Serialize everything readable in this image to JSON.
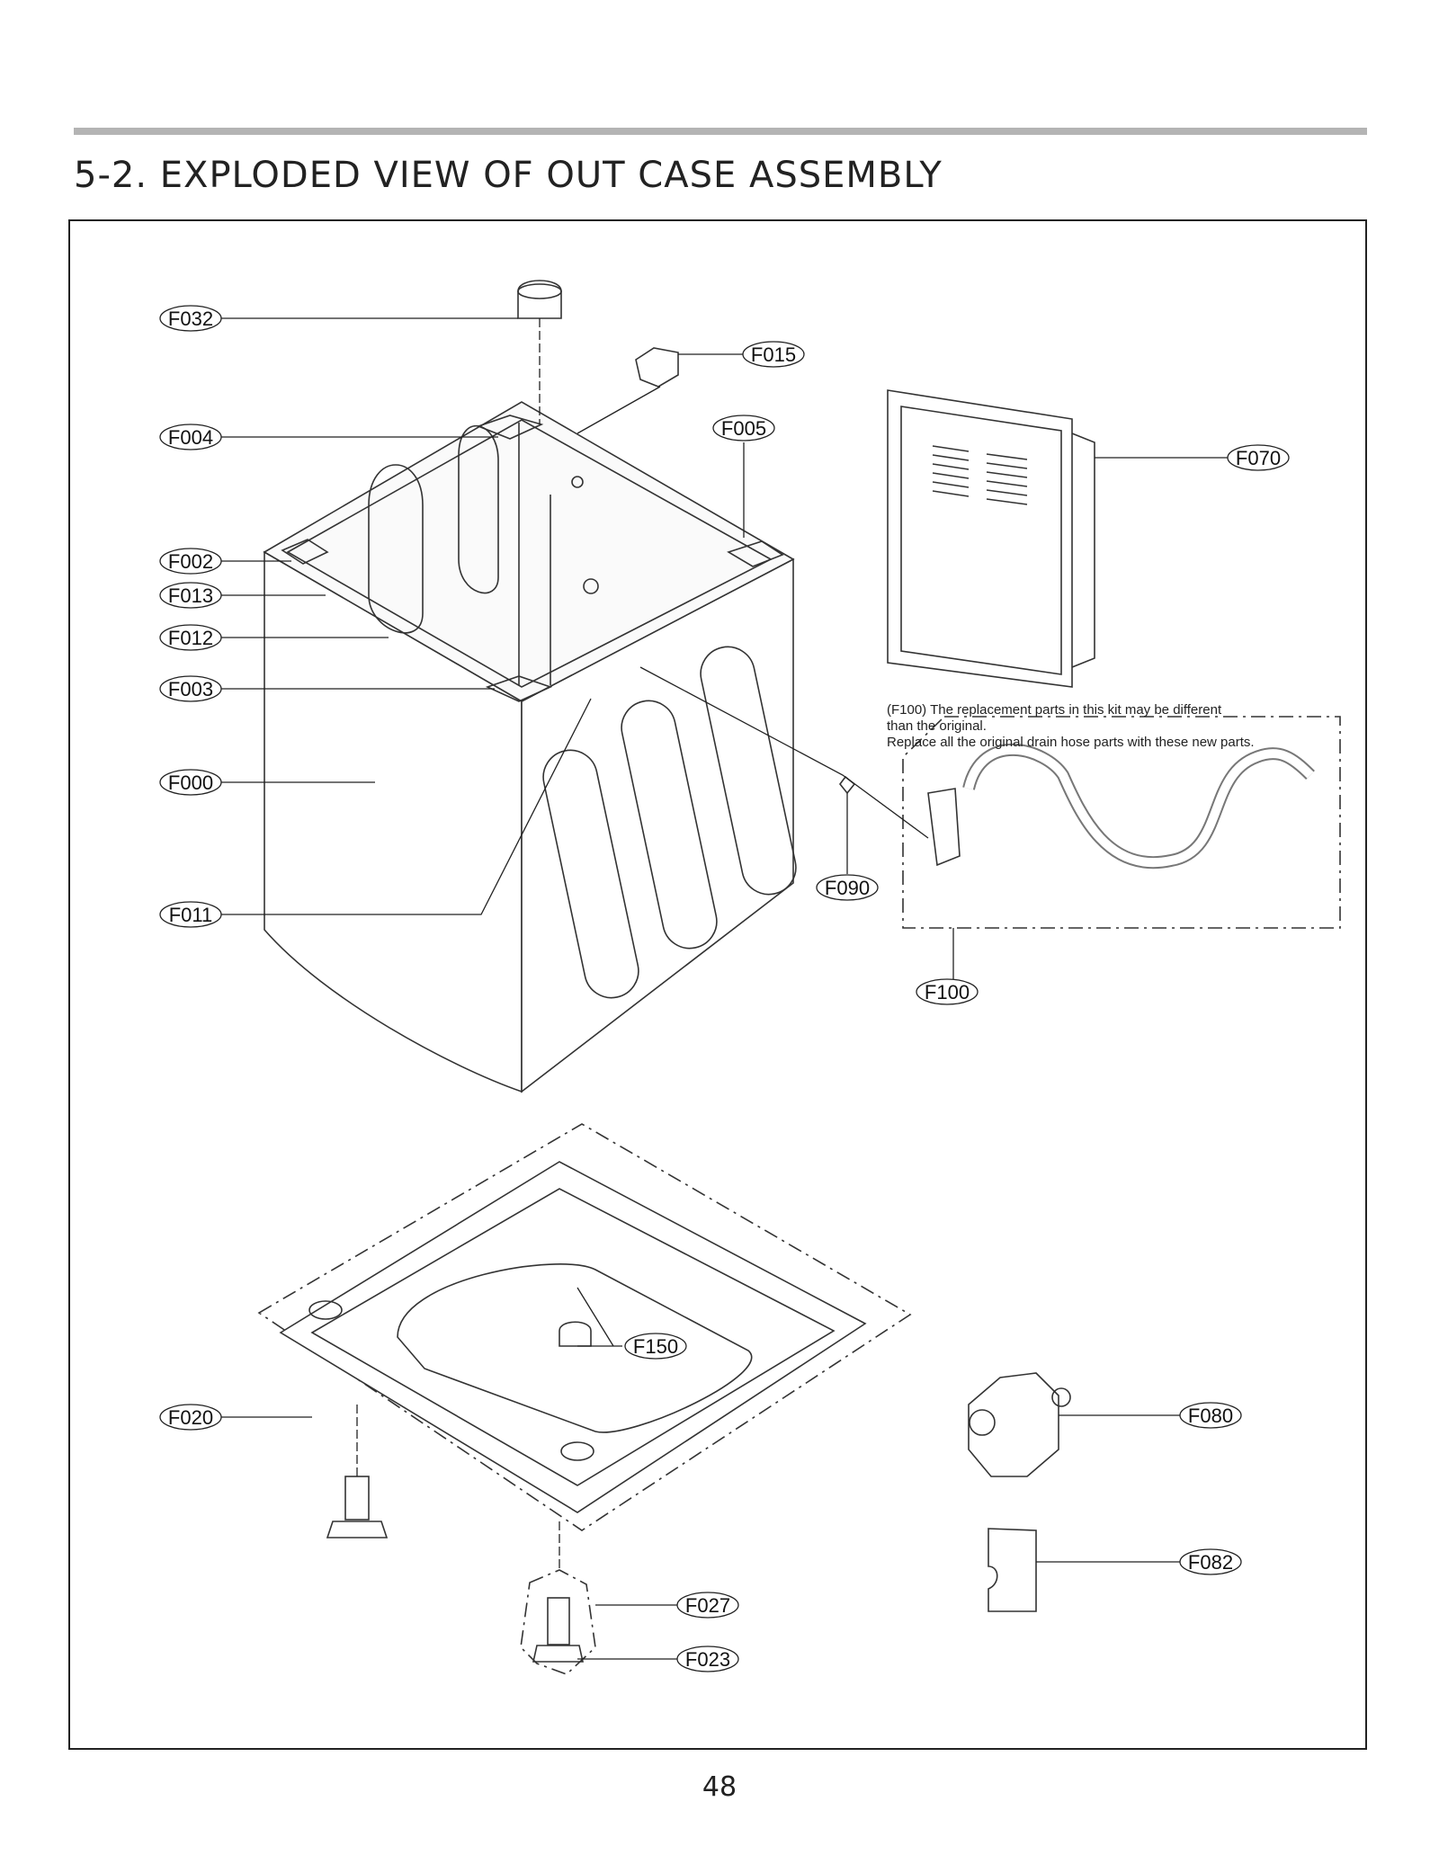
{
  "title": "5-2. EXPLODED VIEW OF OUT CASE ASSEMBLY",
  "page_number": "48",
  "labels": {
    "f032": "F032",
    "f015": "F015",
    "f004": "F004",
    "f005": "F005",
    "f070": "F070",
    "f002": "F002",
    "f013": "F013",
    "f012": "F012",
    "f003": "F003",
    "f000": "F000",
    "f090": "F090",
    "f011": "F011",
    "f100": "F100",
    "f150": "F150",
    "f020": "F020",
    "f080": "F080",
    "f082": "F082",
    "f027": "F027",
    "f023": "F023"
  },
  "note": {
    "line1": "(F100) The replacement parts in this kit may be different",
    "line2": "than the original.",
    "line3": "Replace all the original drain hose parts with these new parts."
  }
}
